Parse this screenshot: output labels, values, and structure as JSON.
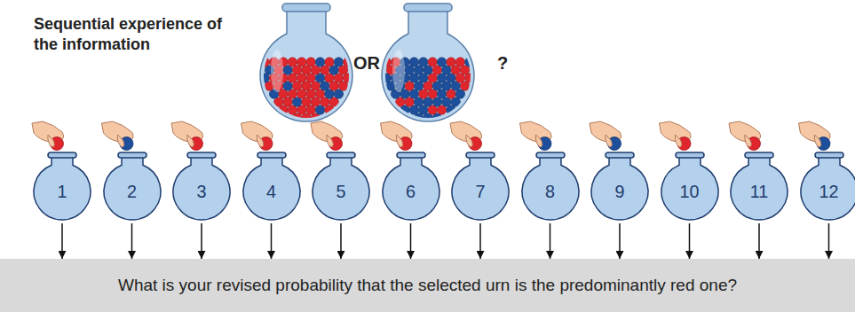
{
  "diagram": {
    "title": "Sequential experience of the information",
    "nodes": [
      {
        "text": [
          "1"
        ]
      },
      {
        "text": [
          "2"
        ]
      },
      {
        "text": [
          "3"
        ]
      },
      {
        "text": [
          "4"
        ]
      },
      {
        "text": [
          "5"
        ]
      },
      {
        "text": [
          "6"
        ]
      },
      {
        "text": [
          "7"
        ]
      },
      {
        "text": [
          "8"
        ]
      },
      {
        "text": [
          "9"
        ]
      },
      {
        "text": [
          "10"
        ]
      },
      {
        "text": [
          "11"
        ]
      },
      {
        "text": [
          "12"
        ]
      },
      {
        "text": [
          "What is your revised probability that the selected urn is the predominantly red one?"
        ]
      }
    ],
    "edges": [
      {
        "from": 0,
        "to": 12,
        "arrow": "to"
      },
      {
        "from": 1,
        "to": 12,
        "arrow": "to"
      },
      {
        "from": 2,
        "to": 12,
        "arrow": "to"
      },
      {
        "from": 3,
        "to": 12,
        "arrow": "to"
      },
      {
        "from": 4,
        "to": 12,
        "arrow": "to"
      },
      {
        "from": 5,
        "to": 12,
        "arrow": "to"
      },
      {
        "from": 6,
        "to": 12,
        "arrow": "to"
      },
      {
        "from": 7,
        "to": 12,
        "arrow": "to"
      },
      {
        "from": 8,
        "to": 12,
        "arrow": "to"
      },
      {
        "from": 9,
        "to": 12,
        "arrow": "to"
      },
      {
        "from": 10,
        "to": 12,
        "arrow": "to"
      },
      {
        "from": 11,
        "to": 12,
        "arrow": "to"
      }
    ],
    "labels": [
      "OR",
      "?"
    ]
  }
}
